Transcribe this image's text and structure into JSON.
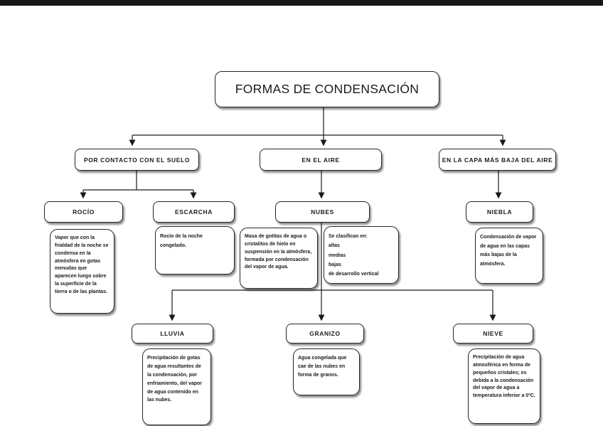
{
  "diagram": {
    "title": "FORMAS DE CONDENSACIÓN",
    "branches": {
      "suelo": {
        "label": "POR CONTACTO CON EL SUELO"
      },
      "aire": {
        "label": "EN EL AIRE"
      },
      "capa": {
        "label": "EN LA CAPA MÁS BAJA DEL AIRE"
      }
    },
    "nodes": {
      "rocio": {
        "label": "ROCÍO",
        "desc": "Vapor que con la frialdad de la noche se condensa en la atmósfera en gotas menudas que aparecen luego sobre la superficie de la tierra o de las plantas."
      },
      "escarcha": {
        "label": "ESCARCHA",
        "desc": "Rocío de la noche congelado."
      },
      "nubes": {
        "label": "NUBES",
        "desc": "Masa de gotitas de agua o cristalitos de hielo en suspensión en la atmósfera, formada por condensación del vapor de agua.",
        "clasificacion": "Se clasifican en:\naltas\nmedias\nbajas\nde desarrollo vertical"
      },
      "niebla": {
        "label": "NIEBLA",
        "desc": "Condensación de vapor de agua en las capas más bajas de la atmósfera."
      },
      "lluvia": {
        "label": "LLUVIA",
        "desc": "Precipitación de gotas de agua resultantes de la condensación, por enfriamiento, del vapor de agua contenido en las nubes."
      },
      "granizo": {
        "label": "GRANIZO",
        "desc": "Agua congelada que cae de las nubes en forma de granos."
      },
      "nieve": {
        "label": "NIEVE",
        "desc": "Precipitación de agua atmosférica en forma de pequeños cristales; es debida a la condensación del vapor de agua a temperatura inferior a 0ºC."
      }
    },
    "colors": {
      "line": "#1a1a1a",
      "border": "#262626",
      "background": "#ffffff",
      "topbar": "#161616"
    }
  }
}
